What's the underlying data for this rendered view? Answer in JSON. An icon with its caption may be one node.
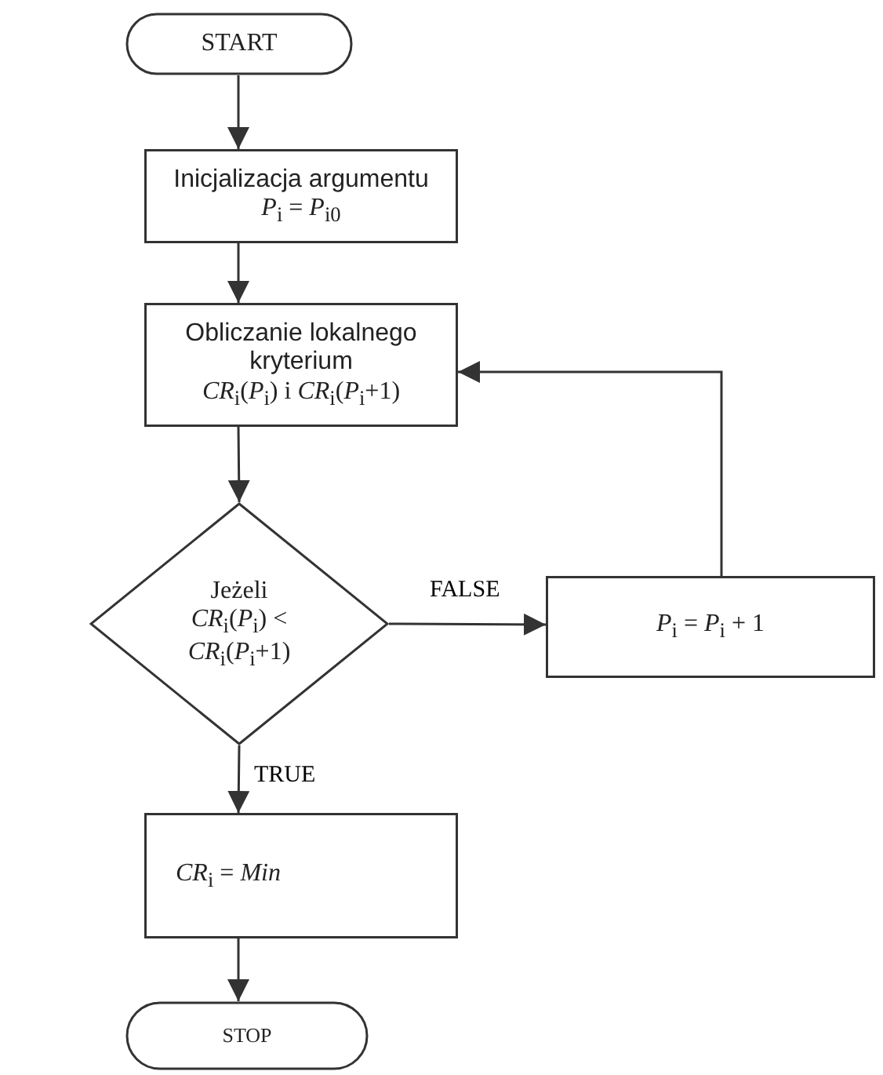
{
  "diagram": {
    "nodes": [
      {
        "text": [
          "START"
        ]
      },
      {
        "text": [
          "Inicjalizacja argumentu",
          "*P*$_{i}$ = *P*$_{i0}$"
        ]
      },
      {
        "text": [
          "Obliczanie lokalnego kryterium",
          "*CR*$_{i}$(*P*$_{i}$) i *CR*$_{i}$(*P*$_{i}$+1)"
        ]
      },
      {
        "text": [
          "Jeżeli",
          "*CR*$_{i}$(*P*$_{i}$) < *CR*$_{i}$(*P*$_{i}$+1)"
        ]
      },
      {
        "text": [
          "*P*$_{i}$ = *P*$_{i}$ + 1"
        ]
      },
      {
        "text": [
          "*CR*$_{i}$ = *Min*"
        ]
      },
      {
        "text": [
          "STOP"
        ]
      }
    ],
    "edges": [
      {
        "from": 0,
        "to": 1,
        "arrow": "to"
      },
      {
        "from": 1,
        "to": 2,
        "arrow": "to"
      },
      {
        "from": 2,
        "to": 3,
        "arrow": "to"
      },
      {
        "from": 3,
        "to": 4,
        "arrow": "to",
        "label": "FALSE"
      },
      {
        "from": 4,
        "to": 2,
        "arrow": "to"
      },
      {
        "from": 3,
        "to": 5,
        "arrow": "to",
        "label": "TRUE"
      },
      {
        "from": 5,
        "to": 6,
        "arrow": "to"
      }
    ]
  }
}
